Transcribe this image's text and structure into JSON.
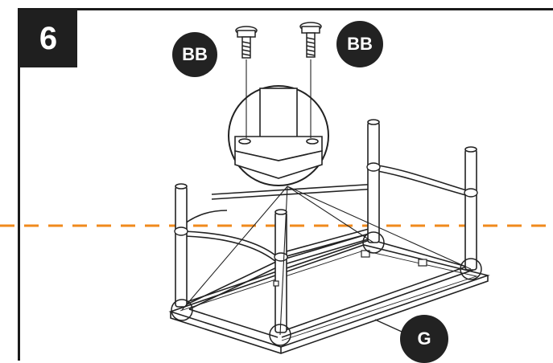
{
  "step": {
    "number": "6"
  },
  "callouts": {
    "bolt_left": "BB",
    "bolt_right": "BB",
    "tabletop": "G"
  },
  "colors": {
    "line": "#222222",
    "guide": "#f08a1c",
    "badge": "#222222"
  }
}
